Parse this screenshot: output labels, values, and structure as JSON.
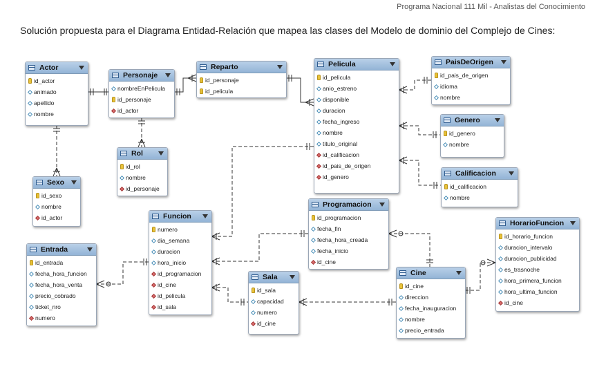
{
  "header_note": "Programa Nacional 111 Mil - Analistas del Conocimiento",
  "doc_title": "Solución propuesta para el Diagrama Entidad-Relación que mapea las clases del Modelo de dominio del Complejo de Cines:",
  "entities": [
    {
      "id": "actor",
      "name": "Actor",
      "attrs": [
        {
          "t": "key",
          "n": "id_actor"
        },
        {
          "t": "attr",
          "n": "animado"
        },
        {
          "t": "attr",
          "n": "apellido"
        },
        {
          "t": "attr",
          "n": "nombre"
        }
      ]
    },
    {
      "id": "personaje",
      "name": "Personaje",
      "attrs": [
        {
          "t": "attr",
          "n": "nombreEnPelicula"
        },
        {
          "t": "key",
          "n": "id_personaje"
        },
        {
          "t": "fk",
          "n": "id_actor"
        }
      ]
    },
    {
      "id": "reparto",
      "name": "Reparto",
      "attrs": [
        {
          "t": "key",
          "n": "id_personaje"
        },
        {
          "t": "key",
          "n": "id_pelicula"
        }
      ]
    },
    {
      "id": "pelicula",
      "name": "Pelicula",
      "attrs": [
        {
          "t": "key",
          "n": "id_pelicula"
        },
        {
          "t": "attr",
          "n": "anio_estreno"
        },
        {
          "t": "attr",
          "n": "disponible"
        },
        {
          "t": "attr",
          "n": "duracion"
        },
        {
          "t": "attr",
          "n": "fecha_ingreso"
        },
        {
          "t": "attr",
          "n": "nombre"
        },
        {
          "t": "attr",
          "n": "titulo_original"
        },
        {
          "t": "fk",
          "n": "id_calificacion"
        },
        {
          "t": "fk",
          "n": "id_pais_de_origen"
        },
        {
          "t": "fk",
          "n": "id_genero"
        }
      ]
    },
    {
      "id": "paisdeorigen",
      "name": "PaisDeOrigen",
      "attrs": [
        {
          "t": "key",
          "n": "id_pais_de_origen"
        },
        {
          "t": "attr",
          "n": "idioma"
        },
        {
          "t": "attr",
          "n": "nombre"
        }
      ]
    },
    {
      "id": "genero",
      "name": "Genero",
      "attrs": [
        {
          "t": "key",
          "n": "id_genero"
        },
        {
          "t": "attr",
          "n": "nombre"
        }
      ]
    },
    {
      "id": "calificacion",
      "name": "Calificacion",
      "attrs": [
        {
          "t": "key",
          "n": "id_calificacion"
        },
        {
          "t": "attr",
          "n": "nombre"
        }
      ]
    },
    {
      "id": "rol",
      "name": "Rol",
      "attrs": [
        {
          "t": "key",
          "n": "id_rol"
        },
        {
          "t": "attr",
          "n": "nombre"
        },
        {
          "t": "fk",
          "n": "id_personaje"
        }
      ]
    },
    {
      "id": "sexo",
      "name": "Sexo",
      "attrs": [
        {
          "t": "key",
          "n": "id_sexo"
        },
        {
          "t": "attr",
          "n": "nombre"
        },
        {
          "t": "fk",
          "n": "id_actor"
        }
      ]
    },
    {
      "id": "funcion",
      "name": "Funcion",
      "attrs": [
        {
          "t": "key",
          "n": "numero"
        },
        {
          "t": "attr",
          "n": "dia_semana"
        },
        {
          "t": "attr",
          "n": "duracion"
        },
        {
          "t": "attr",
          "n": "hora_inicio"
        },
        {
          "t": "fk",
          "n": "id_programacion"
        },
        {
          "t": "fk",
          "n": "id_cine"
        },
        {
          "t": "fk",
          "n": "id_pelicula"
        },
        {
          "t": "fk",
          "n": "id_sala"
        }
      ]
    },
    {
      "id": "programacion",
      "name": "Programacion",
      "attrs": [
        {
          "t": "key",
          "n": "id_programacion"
        },
        {
          "t": "attr",
          "n": "fecha_fin"
        },
        {
          "t": "attr",
          "n": "fecha_hora_creada"
        },
        {
          "t": "attr",
          "n": "fecha_inicio"
        },
        {
          "t": "fk",
          "n": "id_cine"
        }
      ]
    },
    {
      "id": "entrada",
      "name": "Entrada",
      "attrs": [
        {
          "t": "key",
          "n": "id_entrada"
        },
        {
          "t": "attr",
          "n": "fecha_hora_funcion"
        },
        {
          "t": "attr",
          "n": "fecha_hora_venta"
        },
        {
          "t": "attr",
          "n": "precio_cobrado"
        },
        {
          "t": "attr",
          "n": "ticket_nro"
        },
        {
          "t": "fk",
          "n": "numero"
        }
      ]
    },
    {
      "id": "sala",
      "name": "Sala",
      "attrs": [
        {
          "t": "key",
          "n": "id_sala"
        },
        {
          "t": "attr",
          "n": "capacidad"
        },
        {
          "t": "attr",
          "n": "numero"
        },
        {
          "t": "fk",
          "n": "id_cine"
        }
      ]
    },
    {
      "id": "cine",
      "name": "Cine",
      "attrs": [
        {
          "t": "key",
          "n": "id_cine"
        },
        {
          "t": "attr",
          "n": "direccion"
        },
        {
          "t": "attr",
          "n": "fecha_inauguracion"
        },
        {
          "t": "attr",
          "n": "nombre"
        },
        {
          "t": "attr",
          "n": "precio_entrada"
        }
      ]
    },
    {
      "id": "horariofuncion",
      "name": "HorarioFuncion",
      "attrs": [
        {
          "t": "key",
          "n": "id_horario_funcion"
        },
        {
          "t": "attr",
          "n": "duracion_intervalo"
        },
        {
          "t": "attr",
          "n": "duracion_publicidad"
        },
        {
          "t": "attr",
          "n": "es_trasnoche"
        },
        {
          "t": "attr",
          "n": "hora_primera_funcion"
        },
        {
          "t": "attr",
          "n": "hora_ultima_funcion"
        },
        {
          "t": "fk",
          "n": "id_cine"
        }
      ]
    }
  ]
}
